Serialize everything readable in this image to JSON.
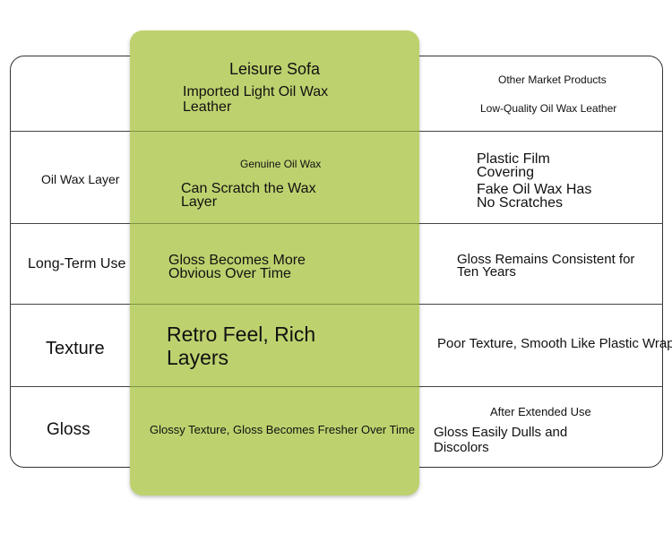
{
  "header": {
    "center_title": "Leisure Sofa",
    "center_subtitle": "Imported Light Oil Wax Leather",
    "right_title": "Other Market Products",
    "right_subtitle": "Low-Quality Oil Wax Leather"
  },
  "rows": [
    {
      "label": "Oil Wax Layer",
      "center_note": "Genuine Oil Wax",
      "center": "Can Scratch the Wax Layer",
      "right_line1": "Plastic Film Covering",
      "right_line2": "Fake Oil Wax Has No Scratches"
    },
    {
      "label": "Long-Term Use",
      "center": "Gloss Becomes More Obvious Over Time",
      "right": "Gloss Remains Consistent for Ten Years"
    },
    {
      "label": "Texture",
      "center": "Retro Feel, Rich Layers",
      "right": "Poor Texture, Smooth Like Plastic Wrap"
    },
    {
      "label": "Gloss",
      "center": "Glossy Texture, Gloss Becomes Fresher Over Time",
      "right_note": "After Extended Use",
      "right": "Gloss Easily Dulls and Discolors"
    }
  ],
  "colors": {
    "highlight": "#bdd26e",
    "border": "#333333"
  }
}
